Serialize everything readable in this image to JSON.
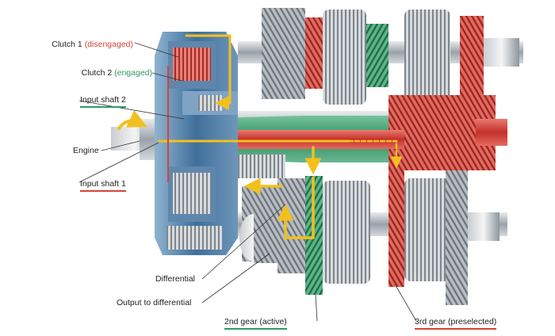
{
  "labels": {
    "clutch1": {
      "name": "Clutch 1",
      "state": "(disengaged)"
    },
    "clutch2": {
      "name": "Clutch 2",
      "state": "(engaged)"
    },
    "input_shaft_2": "Input shaft 2",
    "engine": "Engine",
    "input_shaft_1": "Input shaft 1",
    "differential": "Differential",
    "output_to_differential": "Output to differential",
    "gear_2nd": "2nd gear (active)",
    "gear_3rd": "3rd gear (preselected)"
  },
  "colors": {
    "disengaged_red": "#d8433a",
    "engaged_green": "#2f9a66",
    "flow_yellow": "#f2c01e",
    "housing_blue": "#3f6f9a",
    "metal_grey": "#9aa2aa"
  }
}
